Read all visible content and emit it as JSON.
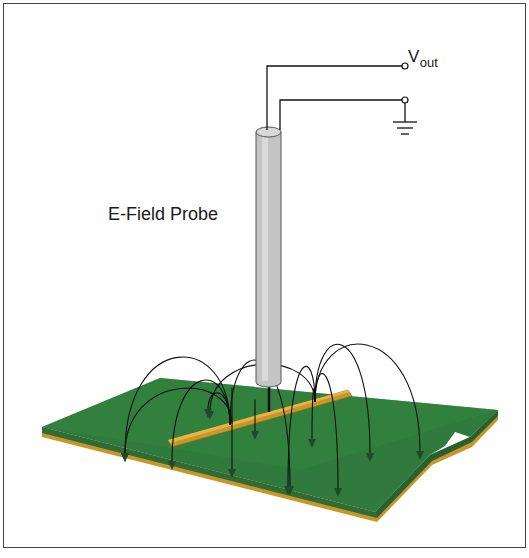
{
  "diagram": {
    "labels": [
      "E-Field Probe",
      "V",
      "out"
    ]
  }
}
